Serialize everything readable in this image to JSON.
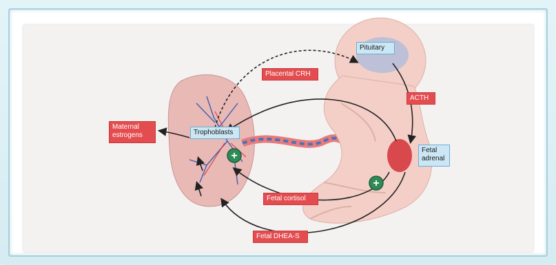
{
  "labels": {
    "pituitary": "Pituitary",
    "placental_crh": "Placental CRH",
    "acth": "ACTH",
    "maternal_estrogens": "Maternal estrogens",
    "trophoblasts": "Trophoblasts",
    "fetal_adrenal": "Fetal adrenal",
    "fetal_cortisol": "Fetal cortisol",
    "fetal_dhea_s": "Fetal DHEA-S",
    "plus_sign": "+"
  },
  "colors": {
    "red_label": "#e34d50",
    "blue_label": "#cbe6f4",
    "plus_circle": "#2e8b57",
    "placenta": "#e9b9b6",
    "fetus": "#f3cfc7",
    "adrenal": "#d9484c"
  },
  "icons": [
    "plus-circle-icon",
    "dashed-arrow-icon",
    "solid-arrow-icon"
  ]
}
